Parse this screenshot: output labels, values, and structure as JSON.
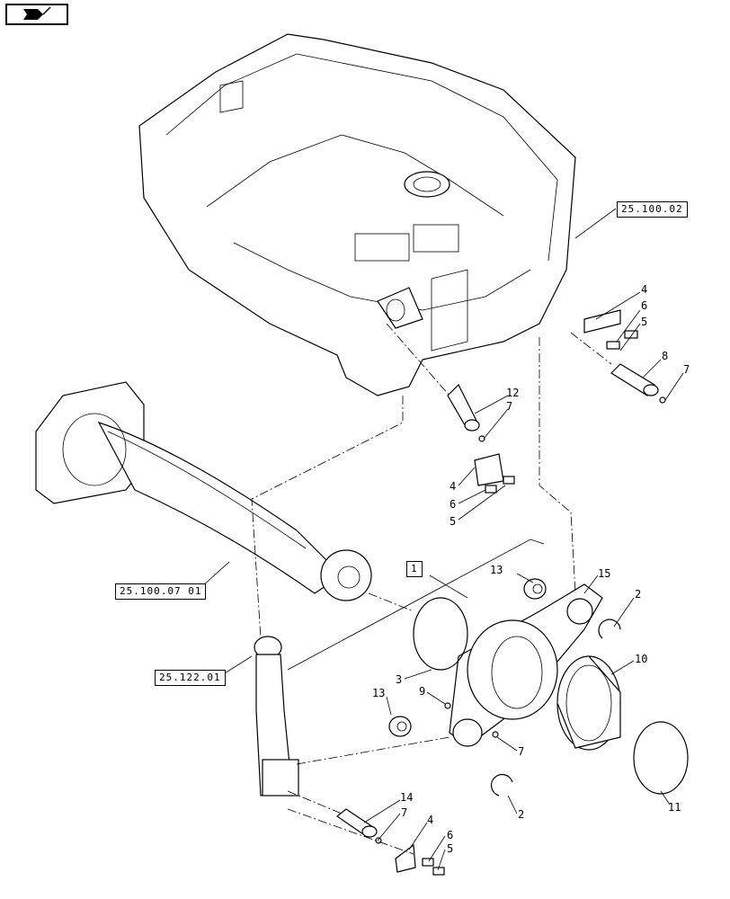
{
  "nav": {
    "icon": "return-arrow-icon"
  },
  "refs": {
    "frame": "25.100.02",
    "axle_housing": "25.100.07 01",
    "steering_cyl": "25.122.01",
    "group": "1"
  },
  "callouts": {
    "c4a": "4",
    "c6a": "6",
    "c5a": "5",
    "c8": "8",
    "c7a": "7",
    "c12": "12",
    "c7b": "7",
    "c4b": "4",
    "c6b": "6",
    "c5b": "5",
    "c13a": "13",
    "c15": "15",
    "c2a": "2",
    "c10": "10",
    "c3": "3",
    "c9": "9",
    "c13b": "13",
    "c7c": "7",
    "c11": "11",
    "c2b": "2",
    "c14": "14",
    "c7d": "7",
    "c4c": "4",
    "c6c": "6",
    "c5c": "5"
  }
}
